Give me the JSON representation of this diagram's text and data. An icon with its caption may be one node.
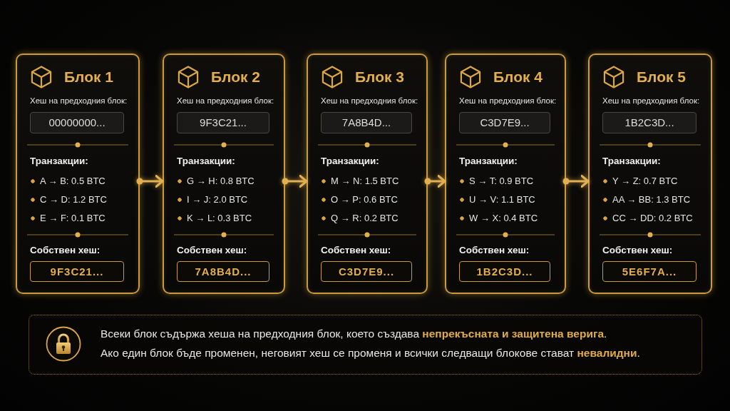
{
  "diagram": {
    "nodes": [
      {
        "text": [
          "Блок 1",
          "Хеш на предходния блок:",
          "Транзакции:",
          "A → B: 0.5 BTC",
          "C → D: 1.2 BTC",
          "E → F: 0.1 BTC",
          "Собствен хеш:"
        ]
      },
      {
        "text": [
          "00000000..."
        ],
        "in": 0
      },
      {
        "text": [
          "9F3C21..."
        ],
        "in": 0
      },
      {
        "text": [
          "Блок 2",
          "Хеш на предходния блок:",
          "Транзакции:",
          "G → H: 0.8 BTC",
          "I → J: 2.0 BTC",
          "K → L: 0.3 BTC",
          "Собствен хеш:"
        ]
      },
      {
        "text": [
          "9F3C21..."
        ],
        "in": 3
      },
      {
        "text": [
          "7A8B4D..."
        ],
        "in": 3
      },
      {
        "text": [
          "Блок 3",
          "Хеш на предходния блок:",
          "Транзакции:",
          "M → N: 1.5 BTC",
          "O → P: 0.6 BTC",
          "Q → R: 0.2 BTC",
          "Собствен хеш:"
        ]
      },
      {
        "text": [
          "7A8B4D..."
        ],
        "in": 6
      },
      {
        "text": [
          "C3D7E9..."
        ],
        "in": 6
      },
      {
        "text": [
          "Блок 4",
          "Хеш на предходния блок:",
          "Транзакции:",
          "S → T: 0.9 BTC",
          "U → V: 1.1 BTC",
          "W → X: 0.4 BTC",
          "Собствен хеш:"
        ]
      },
      {
        "text": [
          "C3D7E9..."
        ],
        "in": 9
      },
      {
        "text": [
          "1B2C3D..."
        ],
        "in": 9
      },
      {
        "text": [
          "Блок 5",
          "Хеш на предходния блок:",
          "Транзакции:",
          "Y → Z: 0.7 BTC",
          "AA → BB: 1.3 BTC",
          "CC → DD: 0.2 BTC",
          "Собствен хеш:"
        ]
      },
      {
        "text": [
          "1B2C3D..."
        ],
        "in": 12
      },
      {
        "text": [
          "5E6F7A..."
        ],
        "in": 12
      },
      {
        "text": [
          "Всеки блок съдържа хеша на предходния блок, което създава **непрекъсната и защитена верига**.",
          "Ако един блок бъде променен, неговият хеш се променя и всички следващи блокове стават **невалидни**."
        ]
      }
    ],
    "edges": [
      {
        "from": 0,
        "to": 3,
        "arrow": "to"
      },
      {
        "from": 3,
        "to": 6,
        "arrow": "to"
      },
      {
        "from": 6,
        "to": 9,
        "arrow": "to"
      },
      {
        "from": 9,
        "to": 12,
        "arrow": "to"
      }
    ]
  }
}
